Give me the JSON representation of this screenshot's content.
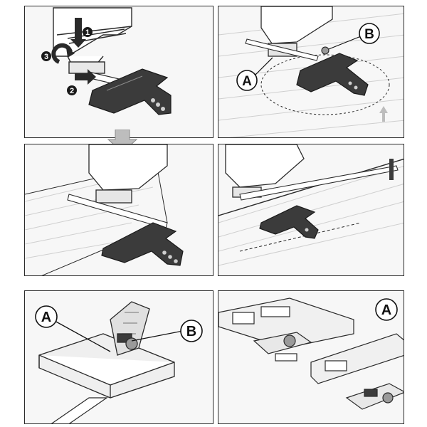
{
  "panel1": {
    "steps": [
      "1",
      "2",
      "3"
    ]
  },
  "panel2": {
    "label_a": "A",
    "label_b": "B"
  },
  "panel5": {
    "label_a": "A",
    "label_b": "B"
  },
  "panel6": {
    "label_a": "A"
  },
  "colors": {
    "guide": "#3b3b3b",
    "line": "#2a2a2a",
    "panel_bg": "#f7f7f7",
    "arrow_gray": "#bdbdbd"
  }
}
